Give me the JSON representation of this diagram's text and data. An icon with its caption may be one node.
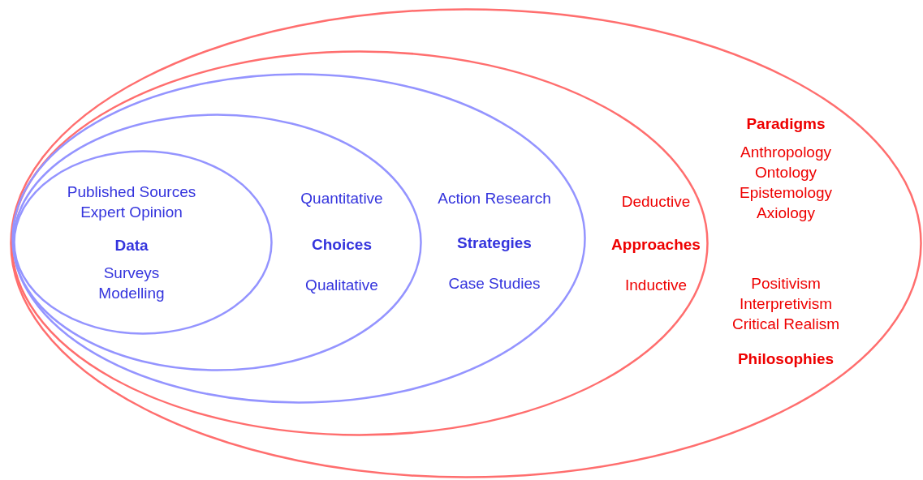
{
  "diagram": {
    "nodes": [
      {
        "text": [
          "Paradigms",
          "Anthropology Ontology Epistemology Axiology",
          "Positivism Interpretivism Critical Realism",
          "Philosophies"
        ]
      },
      {
        "text": [
          "Deductive",
          "Approaches",
          "Inductive"
        ],
        "in": 0
      },
      {
        "text": [
          "Action Research",
          "Strategies",
          "Case Studies"
        ],
        "in": 1
      },
      {
        "text": [
          "Quantitative",
          "Choices",
          "Qualitative"
        ],
        "in": 2
      },
      {
        "text": [
          "Published Sources Expert Opinion",
          "Data",
          "Surveys Modelling"
        ],
        "in": 3
      }
    ]
  }
}
